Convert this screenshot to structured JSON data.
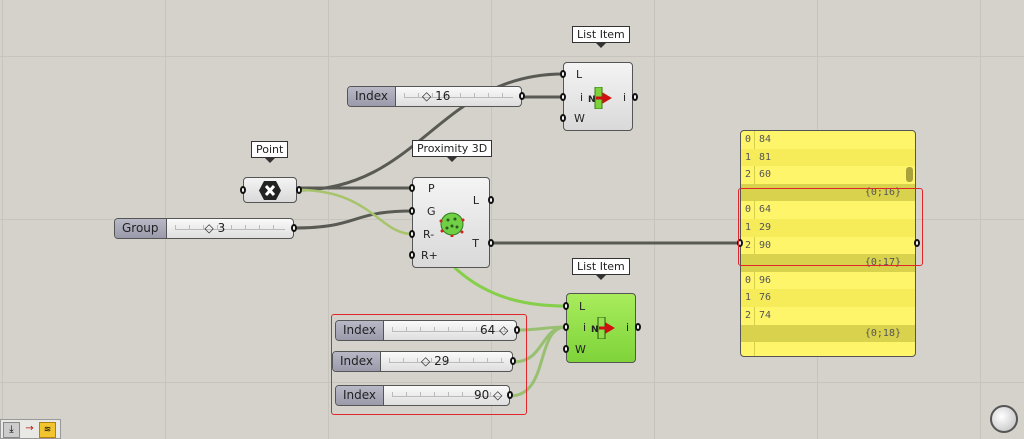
{
  "components": {
    "list_item_top": {
      "title": "List Item",
      "inputs": [
        "L",
        "i",
        "W"
      ],
      "outputs": [
        "i"
      ],
      "icon": "list-item-icon"
    },
    "list_item_bottom": {
      "title": "List Item",
      "inputs": [
        "L",
        "i",
        "W"
      ],
      "outputs": [
        "i"
      ],
      "icon": "list-item-icon",
      "color": "#8fdc46"
    },
    "point": {
      "title": "Point",
      "icon": "point-param-icon"
    },
    "proximity": {
      "title": "Proximity 3D",
      "inputs": [
        "P",
        "G",
        "R-",
        "R+"
      ],
      "outputs": [
        "L",
        "T"
      ],
      "icon": "proximity-3d-icon"
    }
  },
  "sliders": {
    "index_top": {
      "label": "Index",
      "value": "16"
    },
    "group": {
      "label": "Group",
      "value": "3"
    },
    "index_a": {
      "label": "Index",
      "value": "64"
    },
    "index_b": {
      "label": "Index",
      "value": "29"
    },
    "index_c": {
      "label": "Index",
      "value": "90"
    }
  },
  "panel": {
    "rows": [
      {
        "i": "0",
        "v": "84"
      },
      {
        "i": "1",
        "v": "81"
      },
      {
        "i": "2",
        "v": "60"
      },
      {
        "path": "{0;16}"
      },
      {
        "i": "0",
        "v": "64"
      },
      {
        "i": "1",
        "v": "29"
      },
      {
        "i": "2",
        "v": "90"
      },
      {
        "path": "{0;17}"
      },
      {
        "i": "0",
        "v": "96"
      },
      {
        "i": "1",
        "v": "76"
      },
      {
        "i": "2",
        "v": "74"
      },
      {
        "path": "{0;18}"
      }
    ],
    "background": "#fff56a"
  },
  "highlight_color": "#e0262a"
}
